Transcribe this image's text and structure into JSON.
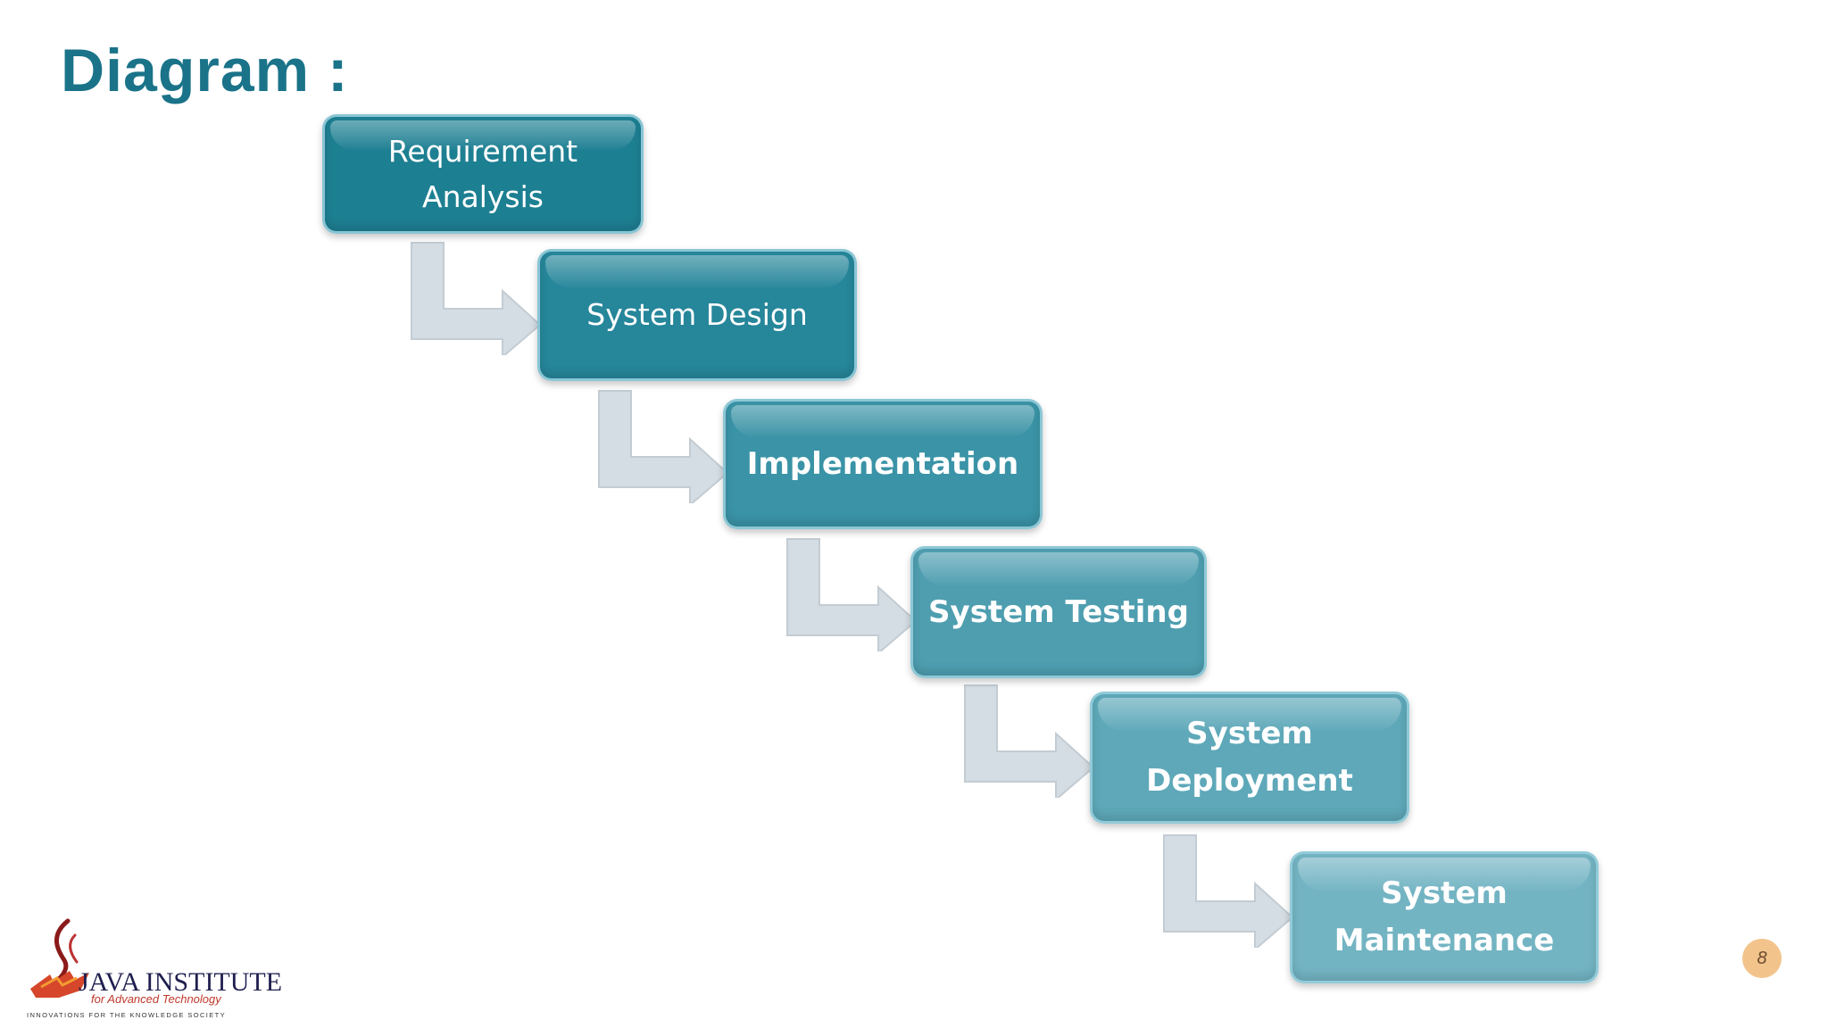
{
  "slide": {
    "title": "Diagram :",
    "page_number": "8"
  },
  "diagram": {
    "steps": [
      {
        "label": "Requirement Analysis",
        "weight": "normal",
        "color": "#1d7f92"
      },
      {
        "label": "System Design",
        "weight": "normal",
        "color": "#26869a"
      },
      {
        "label": "Implementation",
        "weight": "bold",
        "color": "#3a93a6"
      },
      {
        "label": "System Testing",
        "weight": "bold",
        "color": "#4e9eb0"
      },
      {
        "label": "System Deployment",
        "weight": "bold",
        "color": "#5ea8b9"
      },
      {
        "label": "System\nMaintenance",
        "weight": "bold",
        "color": "#73b4c3"
      }
    ],
    "connector_color": "#d4dde3"
  },
  "logo": {
    "name": "JAVA INSTITUTE",
    "subtitle": "for Advanced Technology",
    "tagline": "INNOVATIONS FOR THE KNOWLEDGE SOCIETY"
  }
}
